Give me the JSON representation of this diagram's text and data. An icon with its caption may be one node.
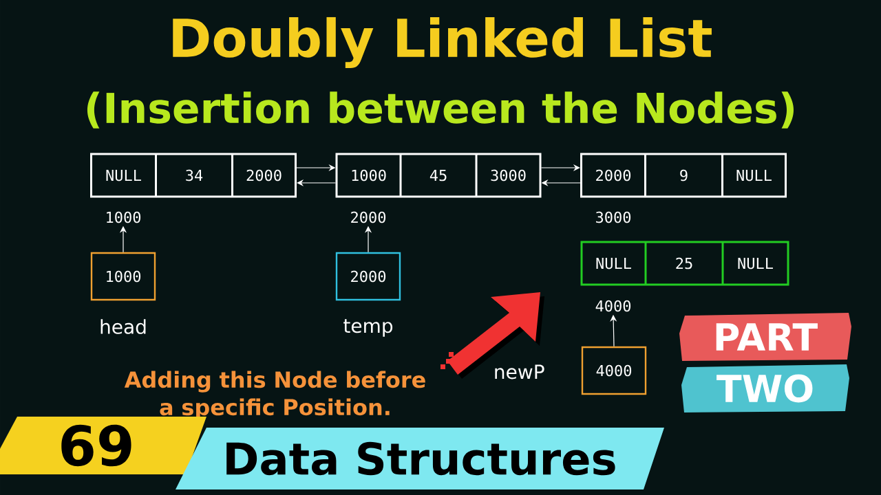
{
  "diagram": {
    "title": "Doubly Linked List",
    "nodes": [
      {
        "text": [
          "NULL",
          "34",
          "2000"
        ]
      },
      {
        "text": [
          "1000",
          "45",
          "3000"
        ]
      },
      {
        "text": [
          "2000",
          "9",
          "NULL"
        ]
      },
      {
        "text": [
          "1000"
        ]
      },
      {
        "text": [
          "2000"
        ]
      },
      {
        "text": [
          "3000"
        ]
      },
      {
        "text": [
          "1000"
        ],
        "beside": [
          "head"
        ]
      },
      {
        "text": [
          "2000"
        ],
        "beside": [
          "temp"
        ]
      },
      {
        "text": [
          "NULL",
          "25",
          "NULL"
        ]
      },
      {
        "text": [
          "4000"
        ]
      },
      {
        "text": [
          "4000"
        ],
        "beside": [
          "newP"
        ]
      },
      {
        "text": [
          "PART"
        ]
      },
      {
        "text": [
          "TWO"
        ]
      },
      {
        "text": [
          "69"
        ]
      },
      {
        "text": [
          "Data Structures"
        ]
      }
    ],
    "edges": [
      {
        "from": 0,
        "to": 1,
        "arrow": "to"
      },
      {
        "from": 1,
        "to": 0,
        "arrow": "to"
      },
      {
        "from": 1,
        "to": 2,
        "arrow": "to"
      },
      {
        "from": 2,
        "to": 1,
        "arrow": "to"
      },
      {
        "from": 6,
        "to": 3,
        "arrow": "to"
      },
      {
        "from": 7,
        "to": 4,
        "arrow": "to"
      },
      {
        "from": 10,
        "to": 9,
        "arrow": "to"
      }
    ],
    "labels": [
      "(Insertion between the Nodes)",
      "Adding this Node before a specific Position."
    ]
  }
}
